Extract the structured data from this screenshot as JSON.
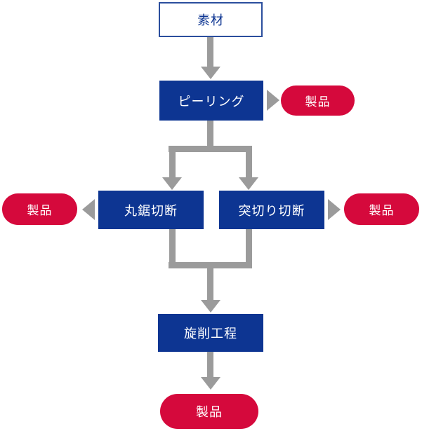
{
  "colors": {
    "process_blue": "#0d3592",
    "product_red": "#d5093c",
    "connector_gray": "#9b9b9b",
    "material_border_blue": "#2b4e9d",
    "material_text_blue": "#0d3592",
    "node_text_white": "#ffffff",
    "background": "#ffffff"
  },
  "flowchart": {
    "material": {
      "label": "素材",
      "type": "source"
    },
    "peeling": {
      "label": "ピーリング",
      "type": "process"
    },
    "peeling_product": {
      "label": "製品",
      "type": "product"
    },
    "circular_saw": {
      "label": "丸鋸切断",
      "type": "process"
    },
    "circular_saw_product": {
      "label": "製品",
      "type": "product"
    },
    "parting": {
      "label": "突切り切断",
      "type": "process"
    },
    "parting_product": {
      "label": "製品",
      "type": "product"
    },
    "turning": {
      "label": "旋削工程",
      "type": "process"
    },
    "final_product": {
      "label": "製品",
      "type": "product"
    },
    "edges": [
      {
        "from": "素材",
        "to": "ピーリング"
      },
      {
        "from": "ピーリング",
        "to": "製品"
      },
      {
        "from": "ピーリング",
        "to": "丸鋸切断"
      },
      {
        "from": "ピーリング",
        "to": "突切り切断"
      },
      {
        "from": "丸鋸切断",
        "to": "製品"
      },
      {
        "from": "突切り切断",
        "to": "製品"
      },
      {
        "from": "丸鋸切断",
        "to": "旋削工程"
      },
      {
        "from": "突切り切断",
        "to": "旋削工程"
      },
      {
        "from": "旋削工程",
        "to": "製品"
      }
    ]
  }
}
